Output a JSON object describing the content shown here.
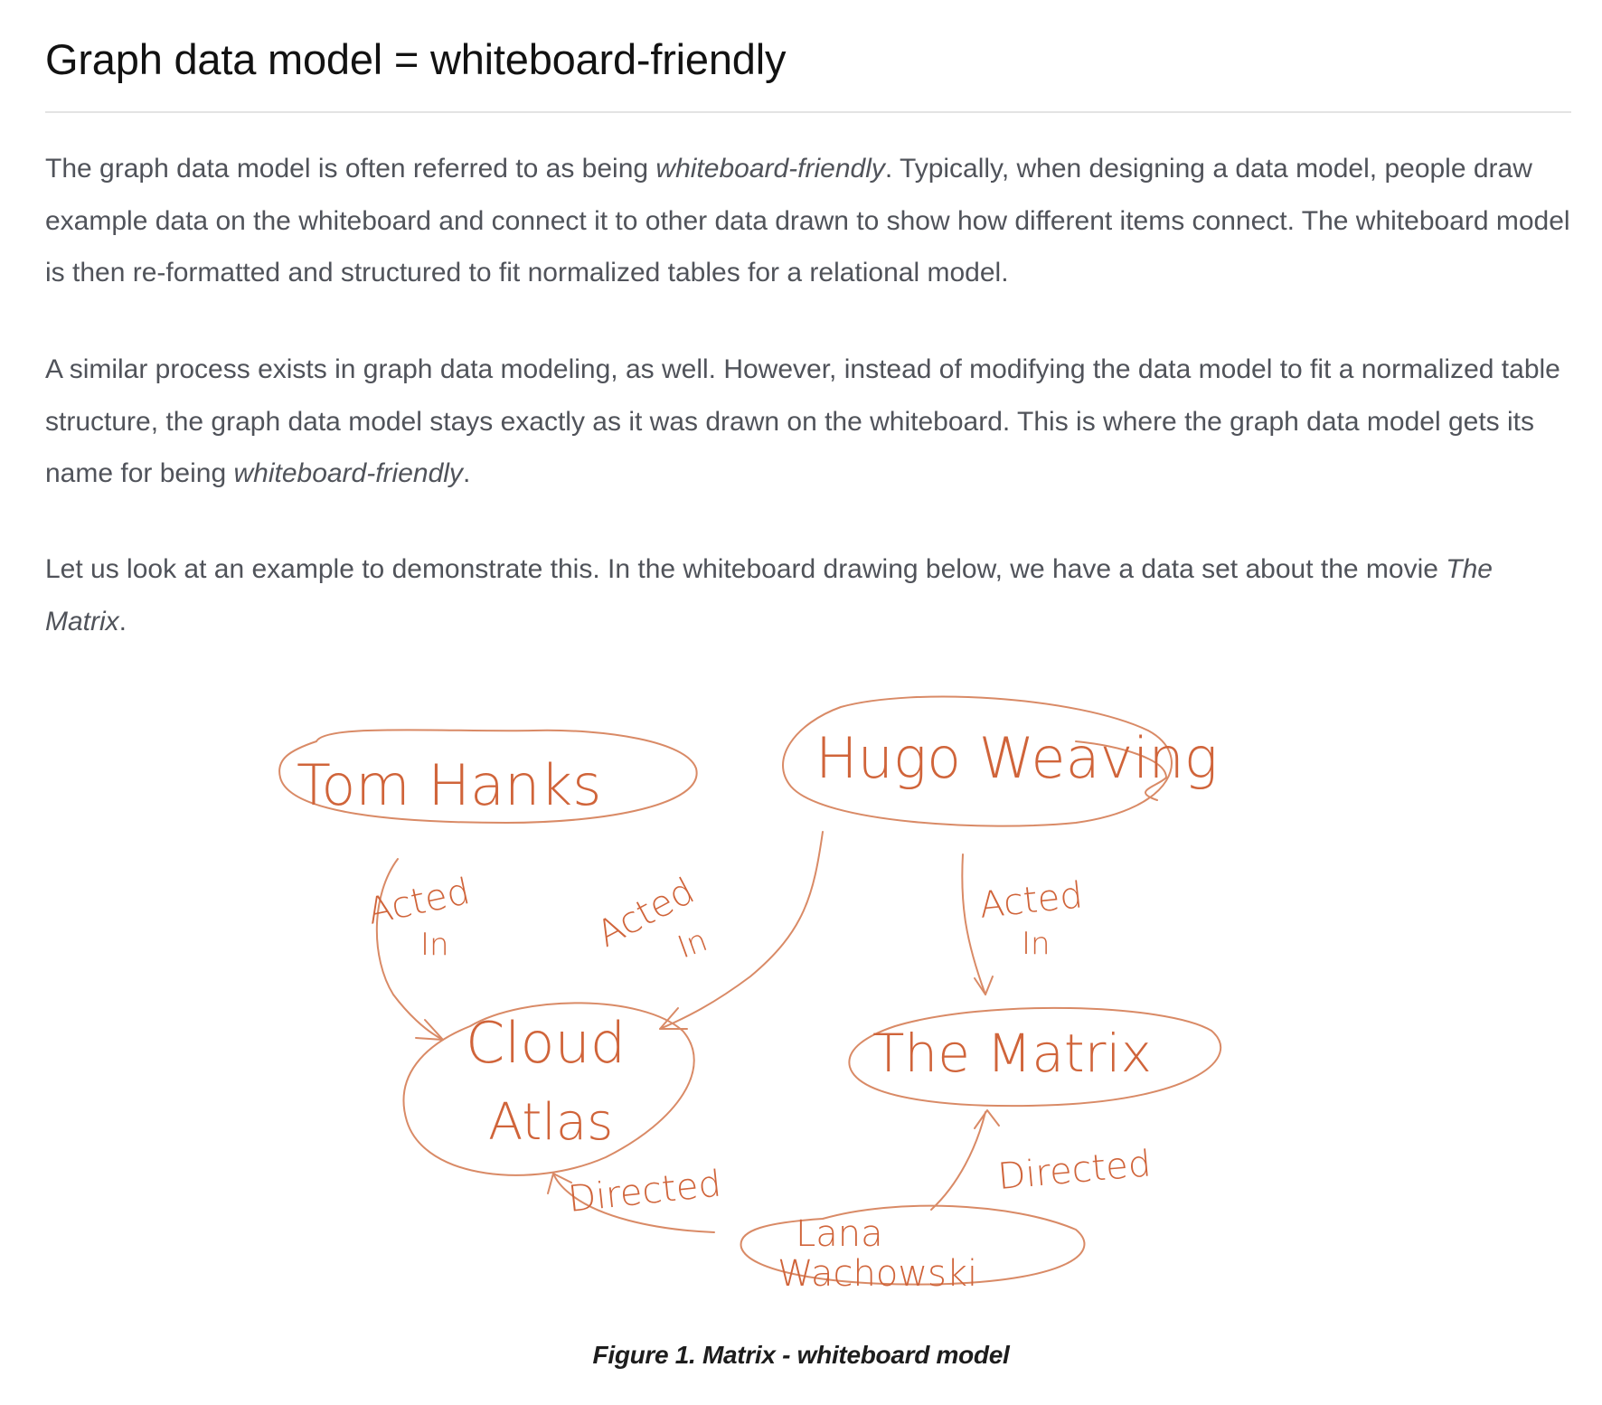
{
  "heading": {
    "title": "Graph data model = whiteboard-friendly"
  },
  "paragraphs": {
    "p1": {
      "a": "The graph data model is often referred to as being ",
      "em": "whiteboard-friendly",
      "b": ". Typically, when designing a data model, people draw example data on the whiteboard and connect it to other data drawn to show how different items connect. The whiteboard model is then re-formatted and structured to fit normalized tables for a relational model."
    },
    "p2": {
      "a": "A similar process exists in graph data modeling, as well. However, instead of modifying the data model to fit a normalized table structure, the graph data model stays exactly as it was drawn on the whiteboard. This is where the graph data model gets its name for being ",
      "em": "whiteboard-friendly",
      "b": "."
    },
    "p3": {
      "a": "Let us look at an example to demonstrate this. In the whiteboard drawing below, we have a data set about the movie ",
      "em": "The Matrix",
      "b": "."
    }
  },
  "figure": {
    "ink_color": "#d0643a",
    "nodes": {
      "tom": "Tom Hanks",
      "hugo": "Hugo Weaving",
      "cloud_line1": "Cloud",
      "cloud_line2": "Atlas",
      "matrix": "The Matrix",
      "lana_line1": "Lana",
      "lana_line2": "Wachowski"
    },
    "edges": {
      "tom_cloud_1": "Acted",
      "tom_cloud_2": "In",
      "hugo_cloud_1": "Acted",
      "hugo_cloud_2": "In",
      "hugo_matrix_1": "Acted",
      "hugo_matrix_2": "In",
      "lana_cloud": "Directed",
      "lana_matrix": "Directed"
    },
    "caption": "Figure 1. Matrix - whiteboard model"
  }
}
